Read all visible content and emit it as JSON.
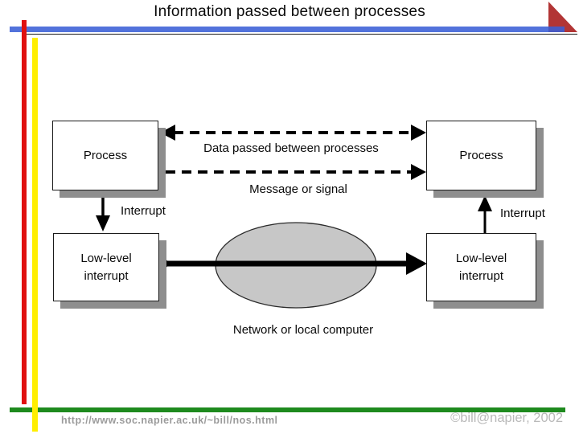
{
  "title": "Information passed between processes",
  "diagram": {
    "process_left": "Process",
    "process_right": "Process",
    "lowlevel_left": "Low-level interrupt",
    "lowlevel_right": "Low-level interrupt",
    "data_arrow_label": "Data passed between processes",
    "message_arrow_label": "Message or signal",
    "interrupt_left_label": "Interrupt",
    "interrupt_right_label": "Interrupt",
    "network_label": "Network or local computer"
  },
  "footer": {
    "url": "http://www.soc.napier.ac.uk/~bill/nos.html",
    "copyright": "©bill@napier, 2002"
  },
  "colors": {
    "title_bar_blue": "#3A5FD6",
    "stripe_red": "#E01010",
    "stripe_yellow": "#FFEE00",
    "bar_green": "#1E8A1E",
    "corner_triangle_red": "#B23535",
    "ellipse_gray": "#C7C7C7",
    "box_shadow_gray": "#8E8E8E",
    "footer_url_gray": "#9B9B9B",
    "footer_copy_gray": "#B9B9B9"
  }
}
